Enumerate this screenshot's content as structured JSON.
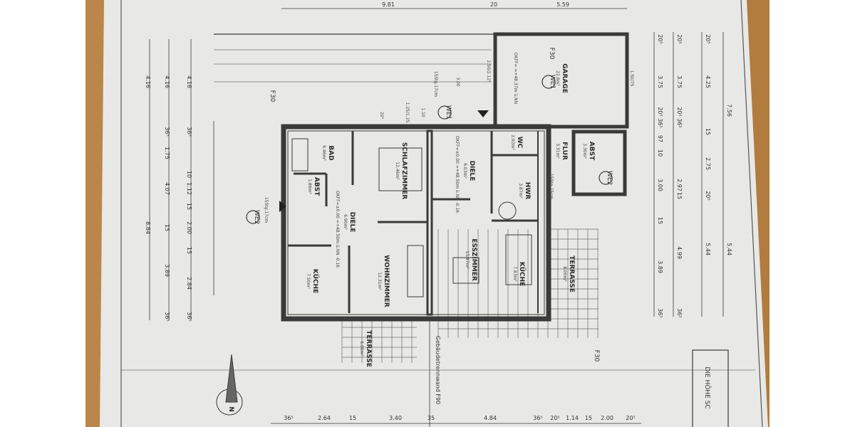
{
  "colors": {
    "paper": "#e8e8e6",
    "wood": "#b9874a",
    "ink": "#3a3a3a"
  },
  "top_dims": [
    "9.81",
    "20",
    "5.59"
  ],
  "rooms": [
    {
      "name": "BAD",
      "area": "6.46m²"
    },
    {
      "name": "SCHLAFZIMMER",
      "area": "12.46m²"
    },
    {
      "name": "ABST",
      "area": "1.86m²"
    },
    {
      "name": "DIELE",
      "area": "6.90m²"
    },
    {
      "name": "KÜCHE",
      "area": "7.50m²"
    },
    {
      "name": "WOHNZIMMER",
      "area": "12.31m²"
    },
    {
      "name": "DIELE",
      "area": "6.03m²"
    },
    {
      "name": "ESSZIMMER",
      "area": "13.97m²"
    },
    {
      "name": "WC",
      "area": "2.92m²"
    },
    {
      "name": "HWR",
      "area": "3.87m²"
    },
    {
      "name": "KÜCHE",
      "area": "7.83m²"
    },
    {
      "name": "FLUR",
      "area": "3.31m²"
    },
    {
      "name": "ABST",
      "area": "3.30m²"
    },
    {
      "name": "GARAGE",
      "area": "22.8m²"
    },
    {
      "name": "TERRASSE",
      "area": "8.00m²"
    },
    {
      "name": "TERRASSE",
      "area": "6.00m²"
    }
  ],
  "markers": [
    "WE1",
    "WE1",
    "WE2",
    "WE2"
  ],
  "fire_labels": [
    "F30",
    "F30",
    "F30"
  ],
  "left_dims": [
    [
      "4.16",
      "8.84"
    ],
    [
      "4.16",
      "36⁵",
      "1.75",
      "4.07",
      "15",
      "3.89",
      "36⁵"
    ],
    [
      "4.16",
      "36⁵",
      "10",
      "1.12",
      "15",
      "2.00",
      "15",
      "2.84",
      "36⁵"
    ]
  ],
  "right_dims": [
    [
      "20⁵",
      "3.75",
      "20⁵ 36⁵",
      "97",
      "10",
      "3.00",
      "15",
      "3.89",
      "36⁵"
    ],
    [
      "20⁵",
      "3.75",
      "20⁵ 36⁵",
      "2.97",
      "15",
      "4.99",
      "36⁵"
    ],
    [
      "20⁵",
      "4.25",
      "15",
      "2.75",
      "20⁵",
      "5.44"
    ],
    [
      "7.56",
      "5.44"
    ]
  ],
  "bottom_dims": [
    "36⁵",
    "2.64",
    "15",
    "3.40",
    "35",
    "4.84",
    "36⁵",
    "20⁵",
    "1.14",
    "15",
    "2.00",
    "20⁵"
  ],
  "notes": [
    "OKFF=±0.00 =+48.50m ü.NN -0.16",
    "OKFF=±0.00 =+48.50m ü.NN -0.16",
    "OKFF= =+48.37m ü.NN",
    "15Stg.17cm",
    "15Stg.17cm",
    "15Stg.15cm",
    "3.00",
    "1.50/75",
    "2.50/2.12⁵",
    "1.25/1.25",
    "1.10",
    "20⁵"
  ],
  "partition_label": "Gebäudetrennwand F90",
  "title_block": "DIE HÖHE SC",
  "north": "N"
}
